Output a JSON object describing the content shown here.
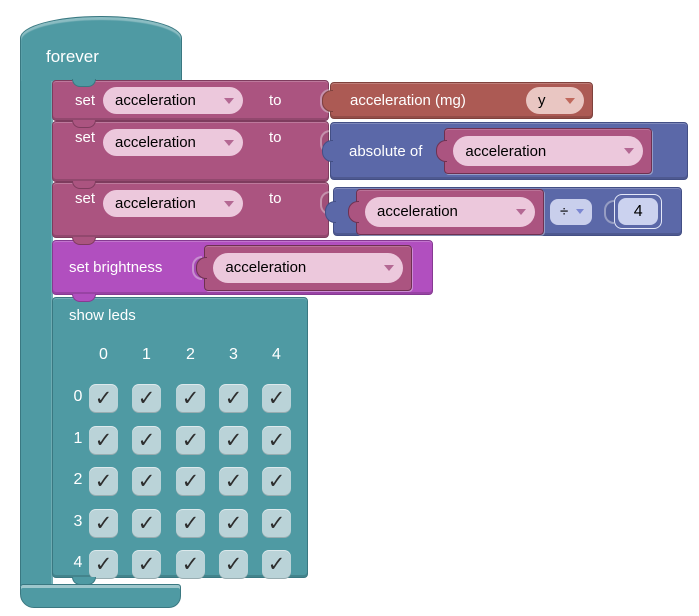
{
  "colors": {
    "teal": "#4F9AA3",
    "teal-border": "#3A7881",
    "magenta": "#AB5480",
    "magenta-border": "#7E3C5E",
    "pill-pink": "#ECC8DC",
    "tri-pink": "#B46893",
    "brick": "#AC5A54",
    "brick-border": "#7F423D",
    "pill-brick": "#E9C6C2",
    "tri-brick": "#C0685C",
    "blue": "#5B68A8",
    "blue-border": "#434F85",
    "lavender": "#C9CFEC",
    "tri-blue": "#7B87D2",
    "num-bg": "#CBD2EF",
    "orchid": "#B14FBF",
    "orchid-border": "#863A92",
    "checkbox-bg": "#BAD3D8",
    "check": "#2E2E2E"
  },
  "forever_block": {
    "label": "forever"
  },
  "set_blocks": [
    {
      "set": "set",
      "variable": "acceleration",
      "to": "to"
    },
    {
      "set": "set",
      "variable": "acceleration",
      "to": "to"
    },
    {
      "set": "set",
      "variable": "acceleration",
      "to": "to"
    }
  ],
  "acceleration_input": {
    "label": "acceleration (mg)",
    "axis": "y"
  },
  "absolute_block": {
    "label": "absolute of",
    "variable": "acceleration"
  },
  "division_block": {
    "variable": "acceleration",
    "operator": "÷",
    "value": "4"
  },
  "brightness_block": {
    "label": "set brightness",
    "variable": "acceleration"
  },
  "show_leds": {
    "label": "show leds",
    "columns": [
      "0",
      "1",
      "2",
      "3",
      "4"
    ],
    "rows": [
      "0",
      "1",
      "2",
      "3",
      "4"
    ],
    "checked_glyph": "✓",
    "cells": [
      [
        true,
        true,
        true,
        true,
        true
      ],
      [
        true,
        true,
        true,
        true,
        true
      ],
      [
        true,
        true,
        true,
        true,
        true
      ],
      [
        true,
        true,
        true,
        true,
        true
      ],
      [
        true,
        true,
        true,
        true,
        true
      ]
    ]
  }
}
